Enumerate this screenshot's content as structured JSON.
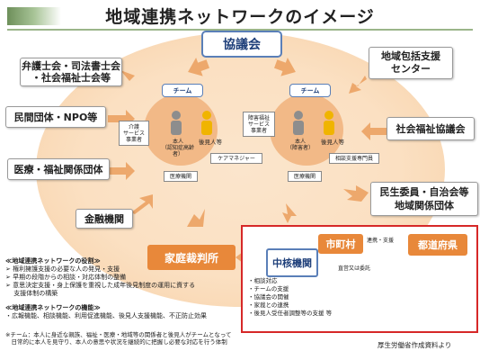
{
  "title": "地域連携ネットワークのイメージ",
  "council": "協議会",
  "left_boxes": [
    "弁護士会・司法書士会\n・社会福祉士会等",
    "民間団体・NPO等",
    "医療・福祉関係団体",
    "金融機関"
  ],
  "right_boxes": [
    "地域包括支援\nセンター",
    "社会福祉協議会",
    "民生委員・自治会等\n地域関係団体"
  ],
  "team_left": {
    "label": "チーム",
    "care_service": "介護\nサービス\n事業者",
    "person": "本人\n（認知症高齢者）",
    "guardian": "後見人等",
    "care_manager": "ケアマネジャー",
    "medical": "医療機関"
  },
  "team_right": {
    "label": "チーム",
    "disability_service": "障害福祉\nサービス\n事業者",
    "person": "本人\n（障害者）",
    "guardian": "後見人等",
    "consult_staff": "相談支援専門員",
    "medical": "医療機関"
  },
  "family_court": "家庭裁判所",
  "core_agency": "中核機関",
  "municipality": "市町村",
  "prefecture": "都道府県",
  "cooperation": "連携・支援",
  "direct_or_consign": "直営又は委託",
  "core_functions": [
    "・相談対応",
    "・チームの支援",
    "・協議会の開催",
    "・家裁との連携",
    "・後見人受任者調整等の支援 等"
  ],
  "roles_heading": "≪地域連携ネットワークの役割≫",
  "roles": [
    "➢ 権利擁護支援の必要な人の発見・支援",
    "➢ 早期の段階からの相談・対応体制の整備",
    "➢ 意思決定支援・身上保護を重視した成年後見制度の運用に資する",
    "　 支援体制の構築"
  ],
  "functions_heading": "≪地域連携ネットワークの機能≫",
  "functions": "・広報機能、相談機能、利用促進機能、後見人支援機能、不正防止効果",
  "footnote_line1": "※チーム：本人に身近な親族、福祉・医療・地域等の関係者と後見人がチームとなって",
  "footnote_line2": "　日常的に本人を見守り、本人の意思や状況を継続的に把握し必要な対応を行う体制",
  "source": "厚生労働省作成資料より",
  "colors": {
    "accent_orange": "#e8883a",
    "council_blue": "#5a7fb8",
    "red_frame": "#d62828",
    "ellipse_fill": "#fbe0c2"
  }
}
